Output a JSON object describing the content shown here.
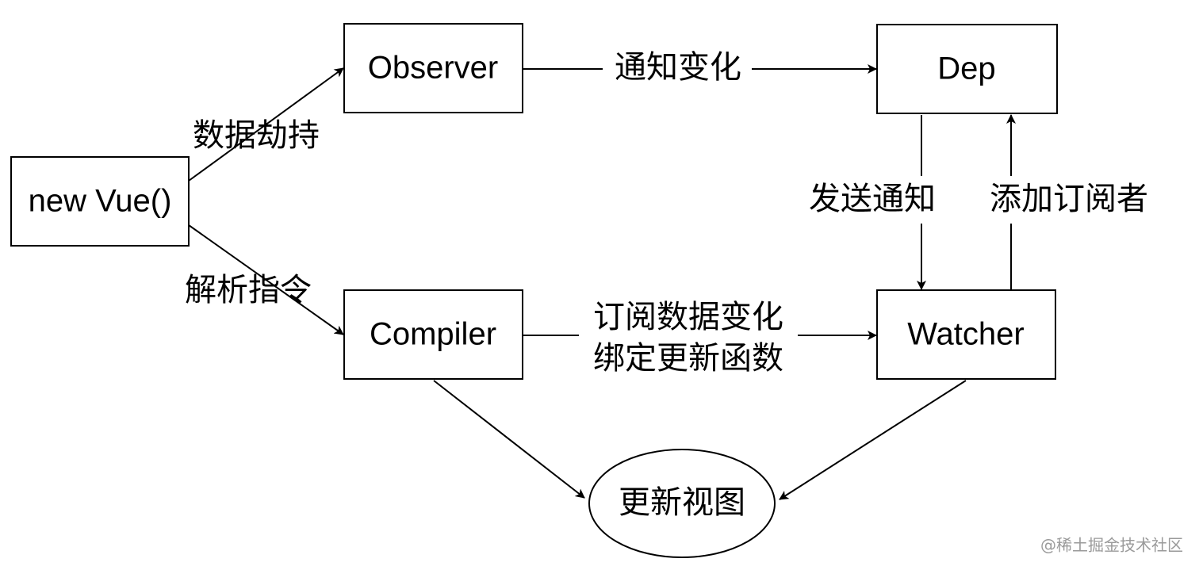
{
  "nodes": {
    "new_vue": "new Vue()",
    "observer": "Observer",
    "dep": "Dep",
    "compiler": "Compiler",
    "watcher": "Watcher",
    "update_view": "更新视图"
  },
  "edges": {
    "data_hijack": "数据劫持",
    "parse_directive": "解析指令",
    "notify_change": "通知变化",
    "send_notify": "发送通知",
    "add_subscriber": "添加订阅者",
    "subscribe_line1": "订阅数据变化",
    "subscribe_line2": "绑定更新函数"
  },
  "watermark": "@稀土掘金技术社区"
}
